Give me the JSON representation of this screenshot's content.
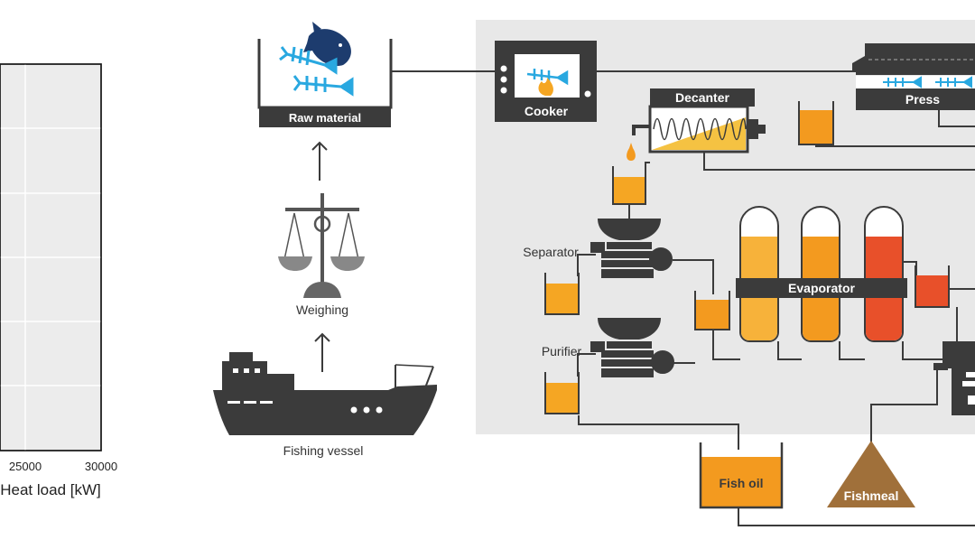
{
  "chart_fragment": {
    "x_ticks": [
      "25000",
      "30000"
    ],
    "x_label": "Heat load [kW]"
  },
  "labels": {
    "raw_material": "Raw material",
    "weighing": "Weighing",
    "fishing_vessel": "Fishing vessel",
    "cooker": "Cooker",
    "decanter": "Decanter",
    "press": "Press",
    "separator": "Separator",
    "purifier": "Purifier",
    "evaporator": "Evaporator",
    "fish_oil": "Fish oil",
    "fishmeal": "Fishmeal"
  },
  "colors": {
    "dark": "#3b3b3b",
    "panel": "#e8e8e8",
    "oil_light": "#f5a623",
    "oil_mid": "#f08c1a",
    "oil_red": "#e8502a",
    "fish_blue": "#29a8e0",
    "fish_navy": "#1d3c6e",
    "meal_brown": "#a0703a"
  }
}
